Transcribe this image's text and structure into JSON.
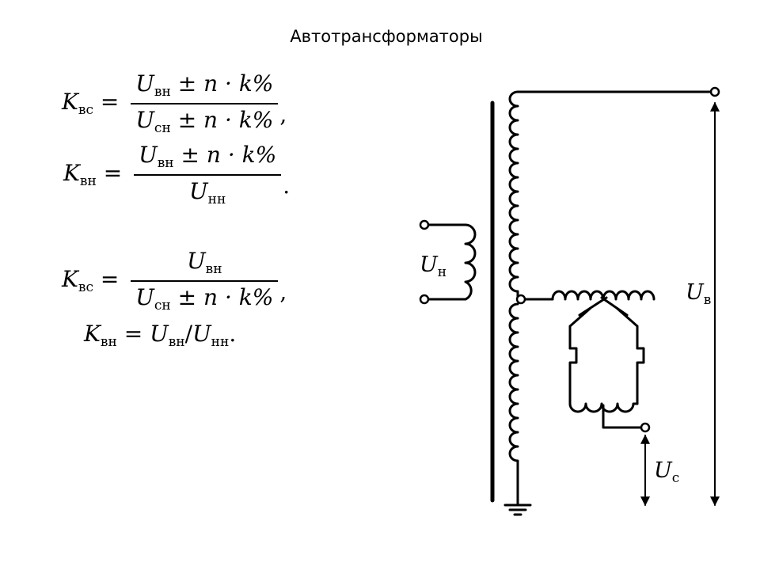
{
  "title": "Автотрансформаторы",
  "formulas": {
    "f1": {
      "lhs_var": "K",
      "lhs_sub": "вс",
      "num_var": "U",
      "num_sub": "вн",
      "num_rest": "± n · k%",
      "den_var": "U",
      "den_sub": "сн",
      "den_rest": "± n · k%",
      "punct": ","
    },
    "f2": {
      "lhs_var": "K",
      "lhs_sub": "вн",
      "num_var": "U",
      "num_sub": "вн",
      "num_rest": "± n · k%",
      "den_var": "U",
      "den_sub": "нн",
      "punct": "."
    },
    "f3": {
      "lhs_var": "K",
      "lhs_sub": "вс",
      "num_var": "U",
      "num_sub": "вн",
      "den_var": "U",
      "den_sub": "сн",
      "den_rest": "± n · k%",
      "punct": ","
    },
    "f4": {
      "lhs_var": "K",
      "lhs_sub": "вн",
      "eq": "=",
      "a_var": "U",
      "a_sub": "вн",
      "slash": "/",
      "b_var": "U",
      "b_sub": "нн",
      "punct": "."
    }
  },
  "diagram": {
    "label_un_var": "U",
    "label_un_sub": "н",
    "label_ub_var": "U",
    "label_ub_sub": "в",
    "label_uc_var": "U",
    "label_uc_sub": "с"
  }
}
